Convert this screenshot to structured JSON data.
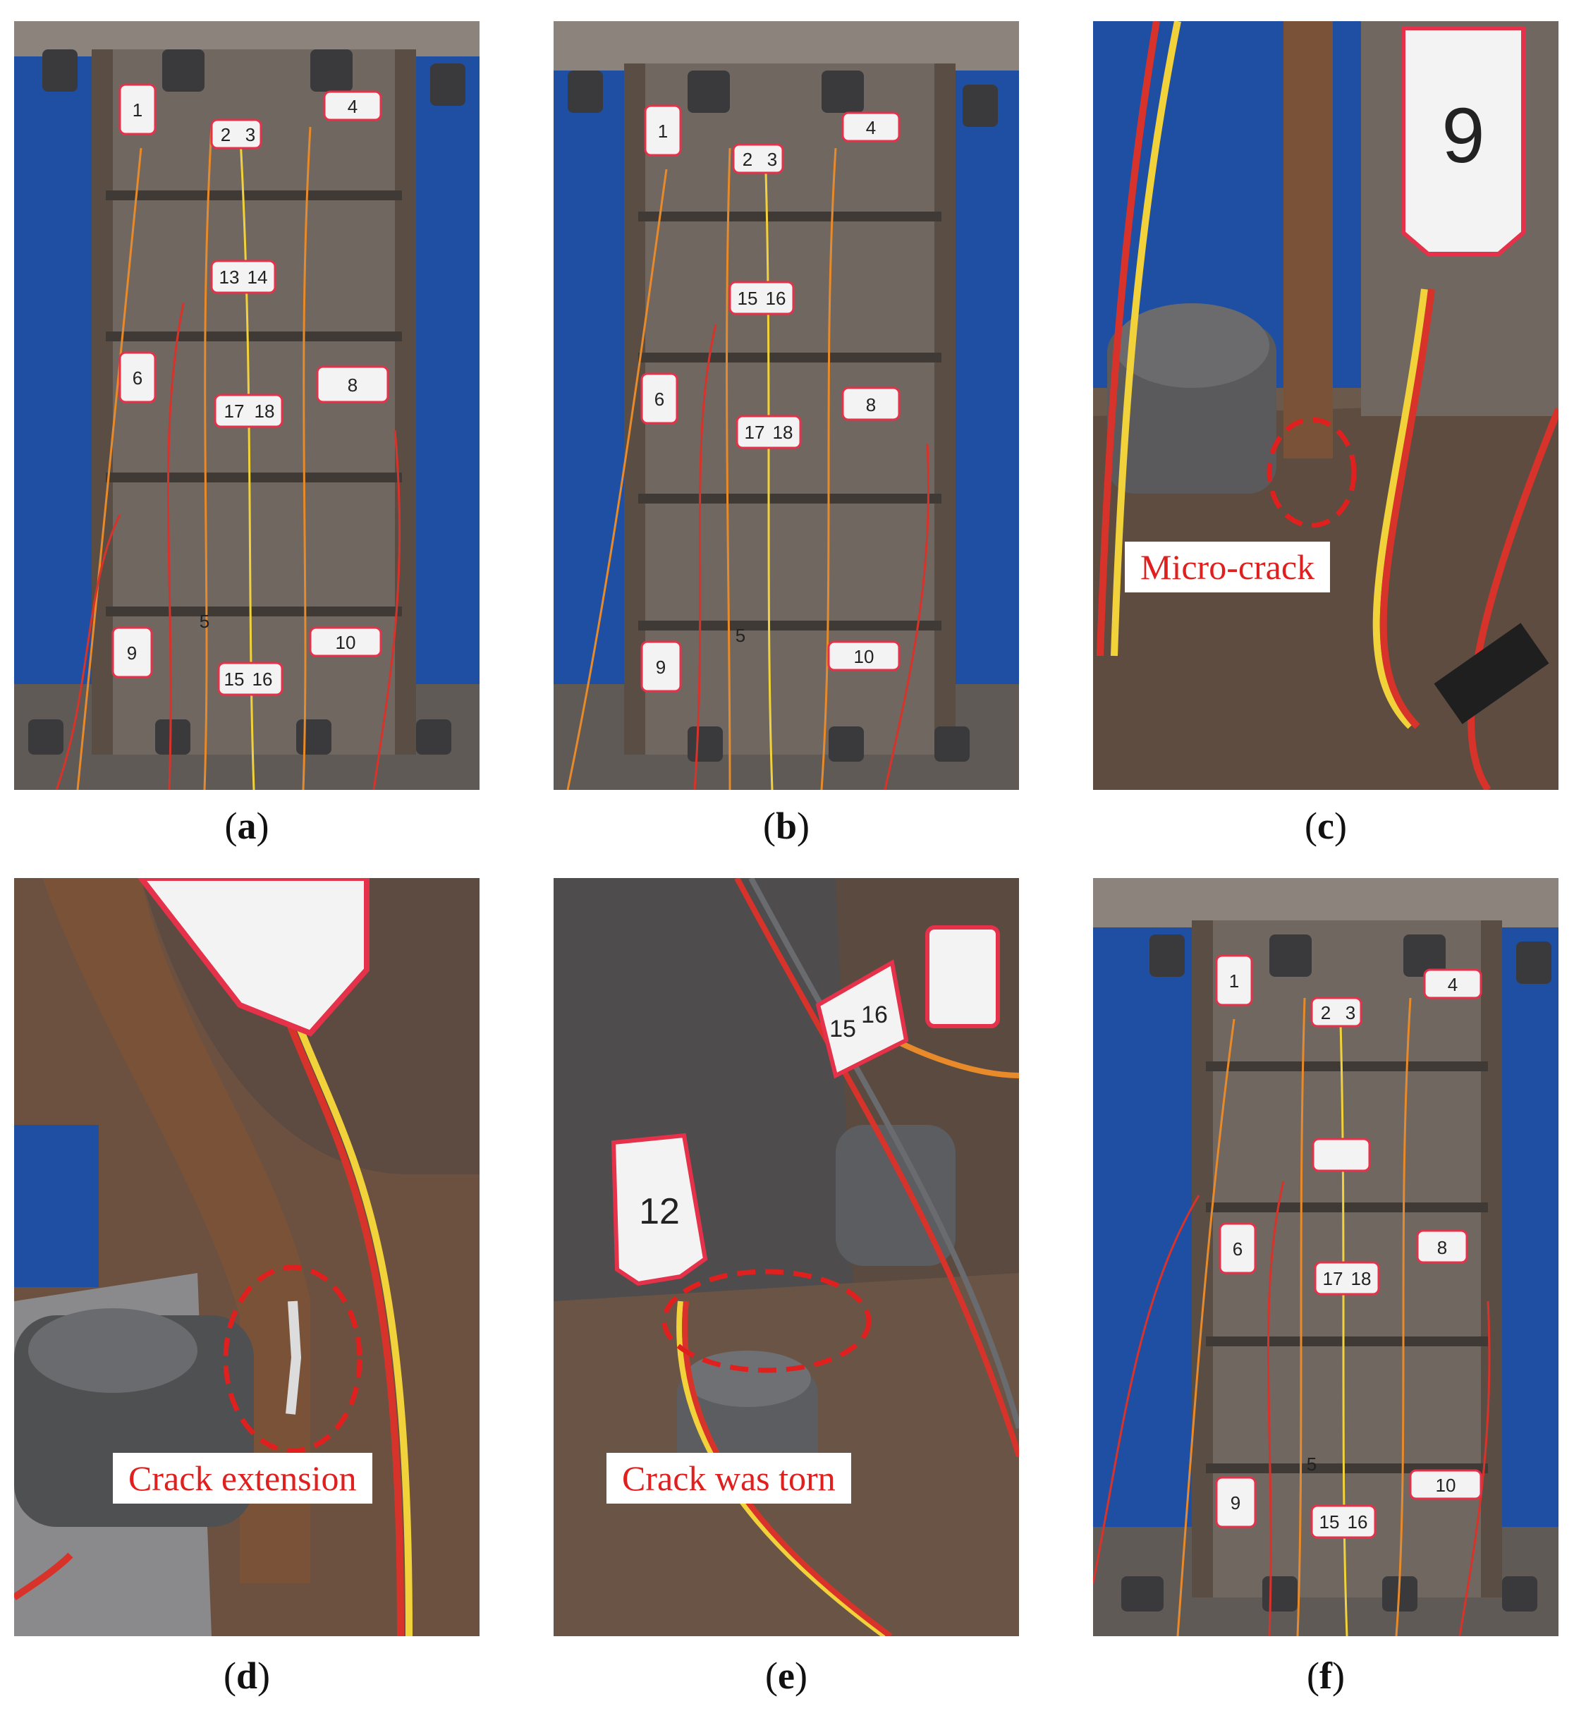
{
  "panels": [
    {
      "id": "a",
      "caption": "a",
      "tags": [
        "1",
        "2",
        "3",
        "4",
        "13",
        "14",
        "6",
        "17",
        "18",
        "8",
        "9",
        "5",
        "10",
        "15",
        "16"
      ],
      "callout": ""
    },
    {
      "id": "b",
      "caption": "b",
      "tags": [
        "1",
        "2",
        "3",
        "4",
        "15",
        "16",
        "6",
        "17",
        "18",
        "8",
        "9",
        "5",
        "10"
      ],
      "callout": ""
    },
    {
      "id": "c",
      "caption": "c",
      "tags": [
        "9"
      ],
      "callout": "Micro-crack"
    },
    {
      "id": "d",
      "caption": "d",
      "tags": [],
      "callout": "Crack extension"
    },
    {
      "id": "e",
      "caption": "e",
      "tags": [
        "12",
        "15",
        "16"
      ],
      "callout": "Crack was torn"
    },
    {
      "id": "f",
      "caption": "f",
      "tags": [
        "1",
        "2",
        "3",
        "4",
        "6",
        "17",
        "18",
        "8",
        "9",
        "5",
        "10",
        "15",
        "16"
      ],
      "callout": ""
    }
  ],
  "colors": {
    "steel": "#6f6760",
    "steel_dark": "#4d4640",
    "rust": "#7a5238",
    "backdrop": "#1f4fa3",
    "tag_border": "#e5314a",
    "wire_orange": "#e88a2a",
    "wire_red": "#d8332a",
    "wire_yellow": "#f2d23a",
    "callout_text": "#e0201e",
    "dashed_ellipse": "#e0201e"
  }
}
